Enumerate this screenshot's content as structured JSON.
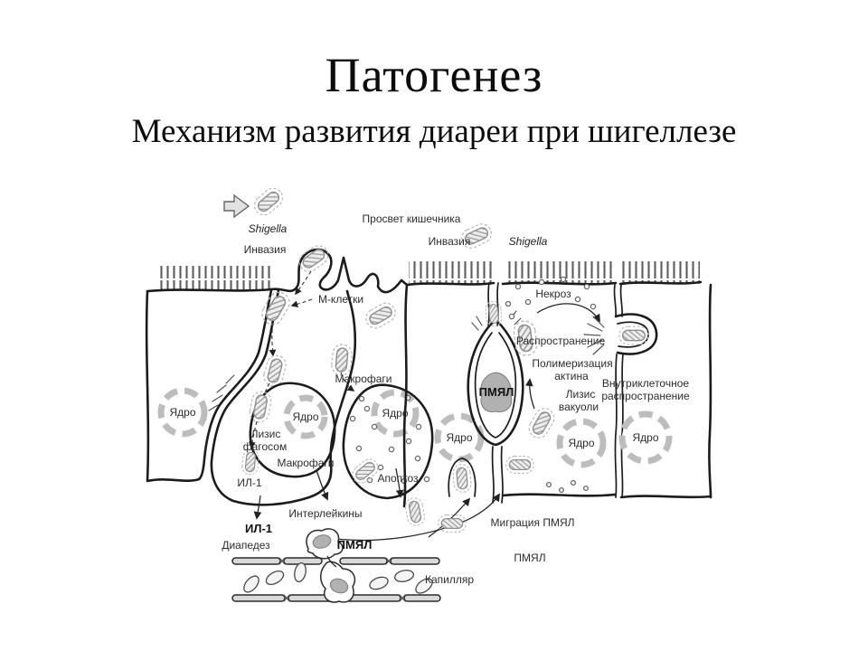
{
  "slide": {
    "title": "Патогенез",
    "subtitle": "Механизм развития диареи при шигеллезе"
  },
  "diagram": {
    "labels": {
      "shigella": "Shigella",
      "invasion": "Инвазия",
      "lumen": "Просвет кишечника",
      "m_cells": "М-клетки",
      "necrosis": "Некроз",
      "spread": "Распространение",
      "actin_poly_1": "Полимеризация",
      "actin_poly_2": "актина",
      "intracellular_1": "Внутриклеточное",
      "intracellular_2": "распространение",
      "vacuole_lysis_1": "Лизис",
      "vacuole_lysis_2": "вакуоли",
      "phagosome_lysis_1": "Лизис",
      "phagosome_lysis_2": "фагосом",
      "nucleus": "Ядро",
      "macrophages": "Макрофаги",
      "apoptosis": "Апоптоз",
      "pmnl": "ПМЯЛ",
      "il1": "ИЛ-1",
      "interleukins": "Интерлейкины",
      "diapedesis": "Диапедез",
      "pmnl_migration": "Миграция ПМЯЛ",
      "capillary": "Капилляр"
    }
  }
}
